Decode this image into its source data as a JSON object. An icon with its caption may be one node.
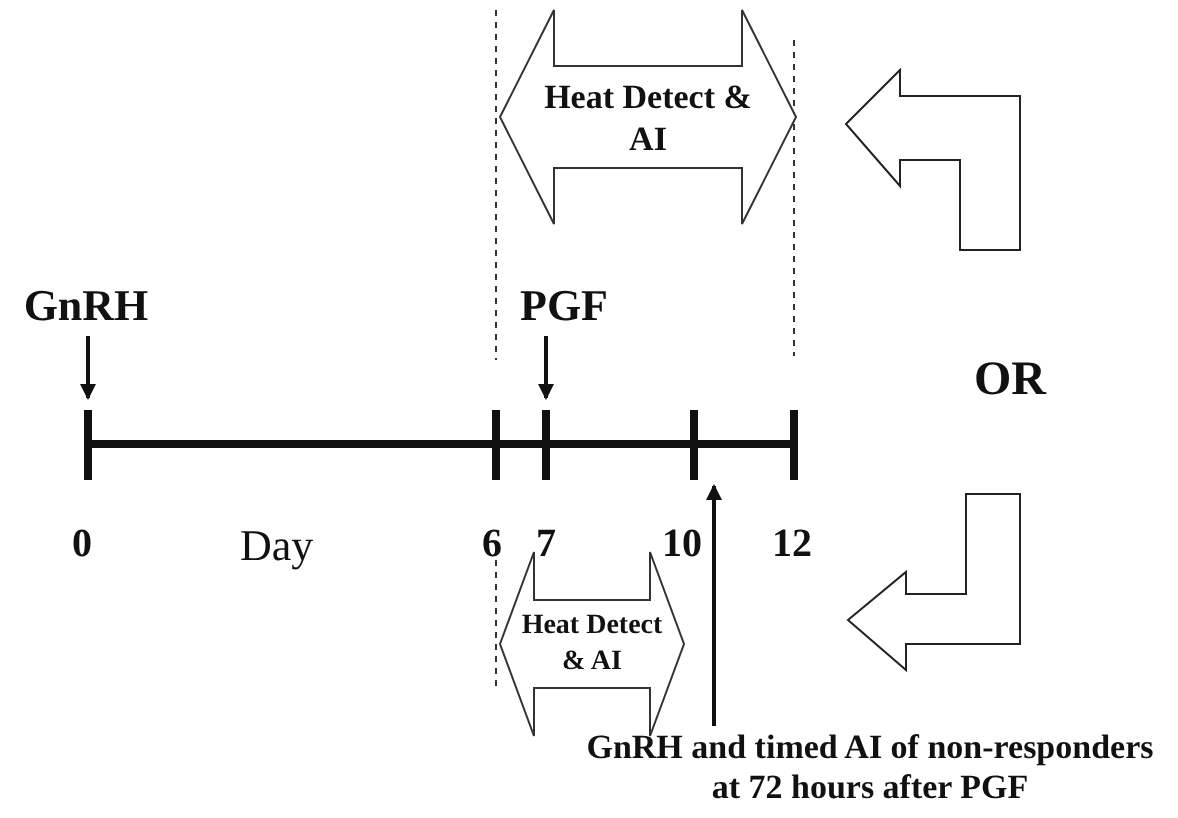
{
  "diagram": {
    "nodes": [
      {
        "text": [
          "GnRH"
        ]
      },
      {
        "text": [
          "PGF"
        ]
      },
      {
        "text": [
          "Heat Detect & AI"
        ]
      },
      {
        "text": [
          "Heat Detect & AI"
        ]
      },
      {
        "text": [
          "GnRH and timed AI of non-responders at 72 hours after PGF"
        ]
      }
    ],
    "edges": [
      {
        "from": 0,
        "to": null,
        "arrow": "to"
      },
      {
        "from": 1,
        "to": null,
        "arrow": "to"
      },
      {
        "from": 4,
        "to": null,
        "arrow": "to"
      }
    ],
    "labels": [
      "OR",
      "0",
      "Day",
      "6",
      "7",
      "10",
      "12"
    ]
  }
}
